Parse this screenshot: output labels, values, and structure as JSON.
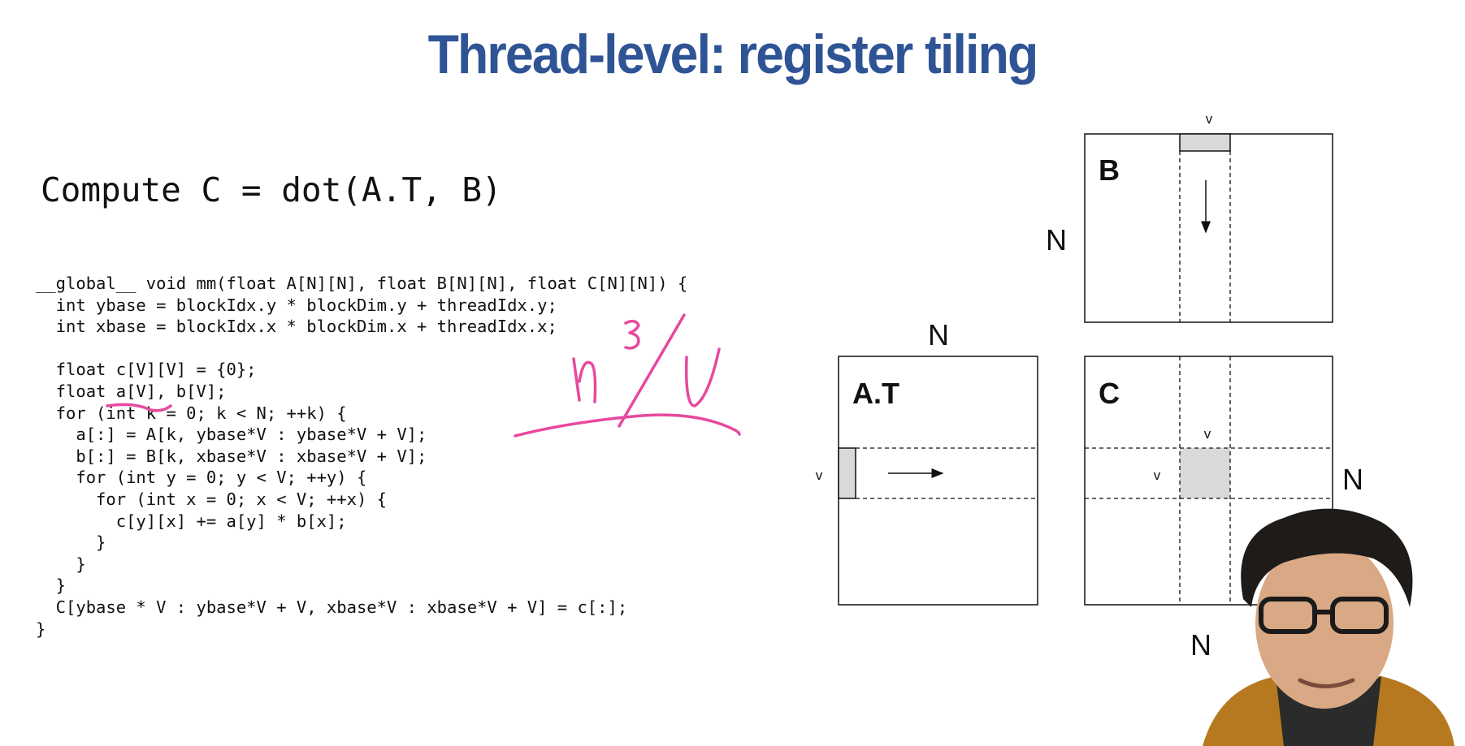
{
  "slide": {
    "title": "Thread-level: register tiling",
    "subtitle": "Compute C = dot(A.T, B)"
  },
  "code": {
    "lines": [
      "__global__ void mm(float A[N][N], float B[N][N], float C[N][N]) {",
      "  int ybase = blockIdx.y * blockDim.y + threadIdx.y;",
      "  int xbase = blockIdx.x * blockDim.x + threadIdx.x;",
      "",
      "  float c[V][V] = {0};",
      "  float a[V], b[V];",
      "  for (int k = 0; k < N; ++k) {",
      "    a[:] = A[k, ybase*V : ybase*V + V];",
      "    b[:] = B[k, xbase*V : xbase*V + V];",
      "    for (int y = 0; y < V; ++y) {",
      "      for (int x = 0; x < V; ++x) {",
      "        c[y][x] += a[y] * b[x];",
      "      }",
      "    }",
      "  }",
      "  C[ybase * V : ybase*V + V, xbase*V : xbase*V + V] = c[:];",
      "}"
    ]
  },
  "diagram": {
    "matrix_b_label": "B",
    "matrix_at_label": "A.T",
    "matrix_c_label": "C",
    "dim_n": "N",
    "dim_v": "v"
  },
  "colors": {
    "title": "#2f5496",
    "annotation": "#e8489e",
    "tile_fill": "#d9d9d9"
  }
}
